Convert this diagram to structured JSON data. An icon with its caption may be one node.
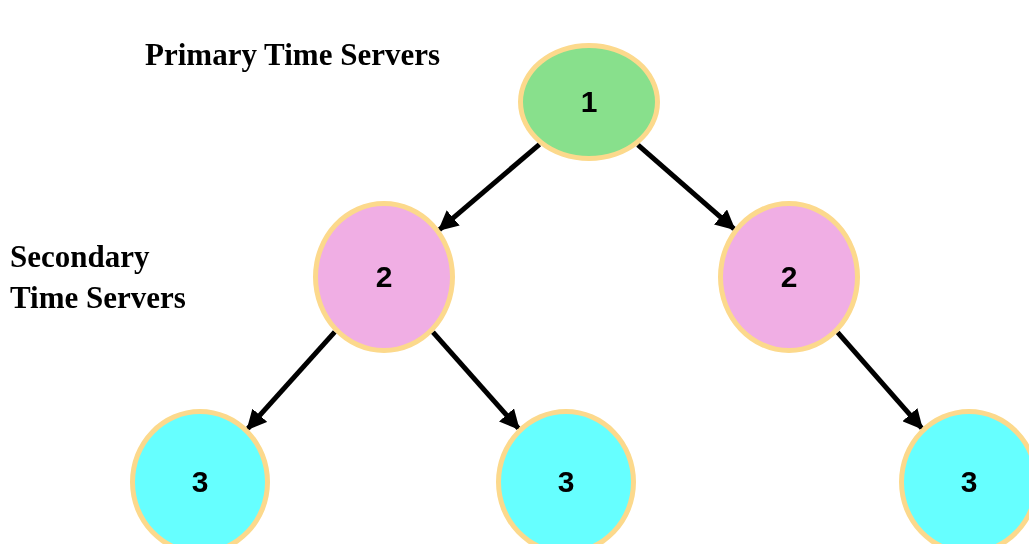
{
  "diagram": {
    "nodes": [
      {
        "text": [
          "1"
        ]
      },
      {
        "text": [
          "2"
        ]
      },
      {
        "text": [
          "2"
        ]
      },
      {
        "text": [
          "3"
        ]
      },
      {
        "text": [
          "3"
        ]
      },
      {
        "text": [
          "3"
        ]
      }
    ],
    "edges": [
      {
        "from": 0,
        "to": 1,
        "arrow": "to"
      },
      {
        "from": 0,
        "to": 2,
        "arrow": "to"
      },
      {
        "from": 1,
        "to": 3,
        "arrow": "to"
      },
      {
        "from": 1,
        "to": 4,
        "arrow": "to"
      },
      {
        "from": 2,
        "to": 5,
        "arrow": "to"
      }
    ],
    "labels": [
      "Primary Time Servers",
      "Secondary Time Servers"
    ]
  }
}
